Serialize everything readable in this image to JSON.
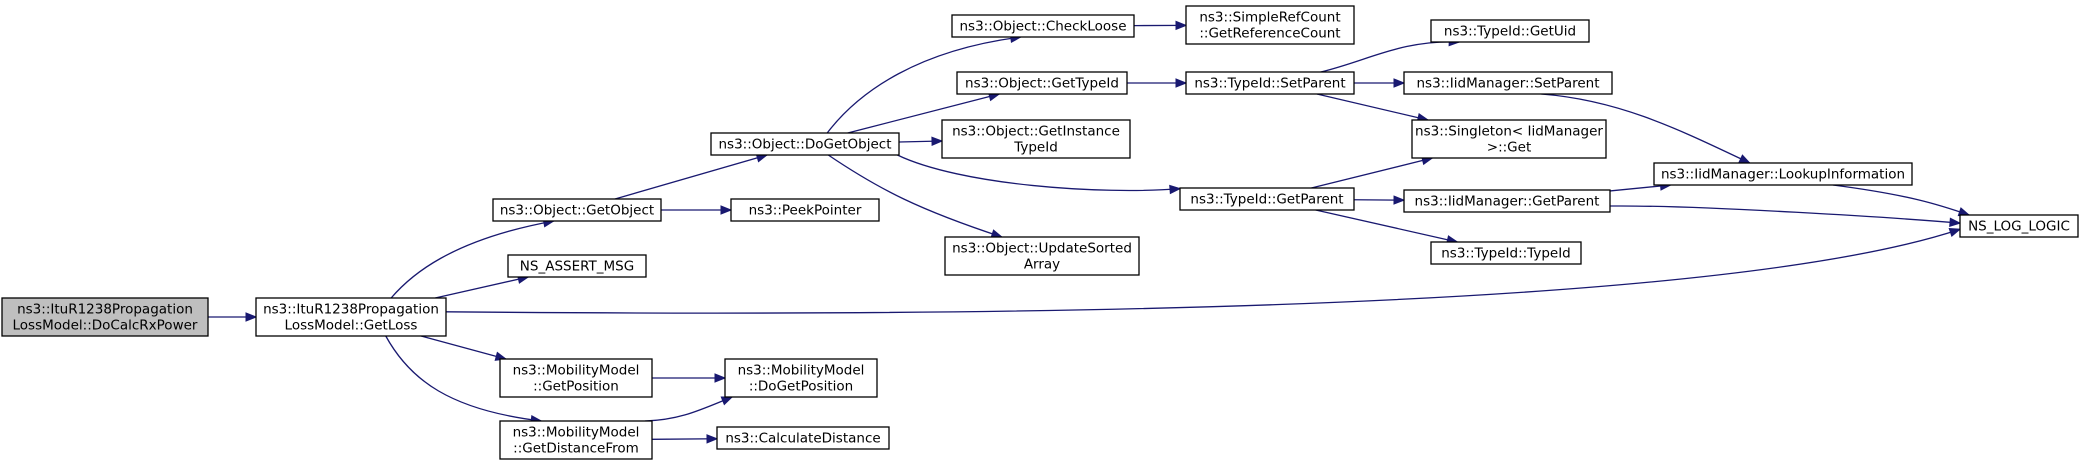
{
  "nodes": [
    {
      "id": "docalc",
      "lines": [
        "ns3::ItuR1238Propagation",
        "LossModel::DoCalcRxPower"
      ],
      "root": true
    },
    {
      "id": "getloss",
      "lines": [
        "ns3::ItuR1238Propagation",
        "LossModel::GetLoss"
      ]
    },
    {
      "id": "getobject",
      "lines": [
        "ns3::Object::GetObject"
      ]
    },
    {
      "id": "assertmsg",
      "lines": [
        "NS_ASSERT_MSG"
      ]
    },
    {
      "id": "getposition",
      "lines": [
        "ns3::MobilityModel",
        "::GetPosition"
      ]
    },
    {
      "id": "getdistancefrom",
      "lines": [
        "ns3::MobilityModel",
        "::GetDistanceFrom"
      ]
    },
    {
      "id": "dogetobject",
      "lines": [
        "ns3::Object::DoGetObject"
      ]
    },
    {
      "id": "peekpointer",
      "lines": [
        "ns3::PeekPointer"
      ]
    },
    {
      "id": "dogetposition",
      "lines": [
        "ns3::MobilityModel",
        "::DoGetPosition"
      ]
    },
    {
      "id": "calcdistance",
      "lines": [
        "ns3::CalculateDistance"
      ]
    },
    {
      "id": "checkloose",
      "lines": [
        "ns3::Object::CheckLoose"
      ]
    },
    {
      "id": "gettypeid",
      "lines": [
        "ns3::Object::GetTypeId"
      ]
    },
    {
      "id": "getinstancetypeid",
      "lines": [
        "ns3::Object::GetInstance",
        "TypeId"
      ]
    },
    {
      "id": "updatesorted",
      "lines": [
        "ns3::Object::UpdateSorted",
        "Array"
      ]
    },
    {
      "id": "getrefcount",
      "lines": [
        "ns3::SimpleRefCount",
        "::GetReferenceCount"
      ]
    },
    {
      "id": "setparent",
      "lines": [
        "ns3::TypeId::SetParent"
      ]
    },
    {
      "id": "typeidgetparent",
      "lines": [
        "ns3::TypeId::GetParent"
      ]
    },
    {
      "id": "getuid",
      "lines": [
        "ns3::TypeId::GetUid"
      ]
    },
    {
      "id": "iidsetparent",
      "lines": [
        "ns3::IidManager::SetParent"
      ]
    },
    {
      "id": "singletonget",
      "lines": [
        "ns3::Singleton< IidManager",
        " >::Get"
      ]
    },
    {
      "id": "iidgetparent",
      "lines": [
        "ns3::IidManager::GetParent"
      ]
    },
    {
      "id": "typeidctor",
      "lines": [
        "ns3::TypeId::TypeId"
      ]
    },
    {
      "id": "lookupinfo",
      "lines": [
        "ns3::IidManager::LookupInformation"
      ]
    },
    {
      "id": "nslogic",
      "lines": [
        "NS_LOG_LOGIC"
      ]
    }
  ],
  "edges": [
    {
      "from": "docalc",
      "to": "getloss"
    },
    {
      "from": "getloss",
      "to": "getobject"
    },
    {
      "from": "getloss",
      "to": "assertmsg"
    },
    {
      "from": "getloss",
      "to": "getposition"
    },
    {
      "from": "getloss",
      "to": "getdistancefrom"
    },
    {
      "from": "getloss",
      "to": "nslogic"
    },
    {
      "from": "getobject",
      "to": "dogetobject"
    },
    {
      "from": "getobject",
      "to": "peekpointer"
    },
    {
      "from": "getposition",
      "to": "dogetposition"
    },
    {
      "from": "getdistancefrom",
      "to": "dogetposition"
    },
    {
      "from": "getdistancefrom",
      "to": "calcdistance"
    },
    {
      "from": "dogetobject",
      "to": "checkloose"
    },
    {
      "from": "dogetobject",
      "to": "gettypeid"
    },
    {
      "from": "dogetobject",
      "to": "getinstancetypeid"
    },
    {
      "from": "dogetobject",
      "to": "updatesorted"
    },
    {
      "from": "dogetobject",
      "to": "typeidgetparent"
    },
    {
      "from": "checkloose",
      "to": "getrefcount"
    },
    {
      "from": "gettypeid",
      "to": "setparent"
    },
    {
      "from": "setparent",
      "to": "getuid"
    },
    {
      "from": "setparent",
      "to": "iidsetparent"
    },
    {
      "from": "setparent",
      "to": "singletonget"
    },
    {
      "from": "typeidgetparent",
      "to": "singletonget"
    },
    {
      "from": "typeidgetparent",
      "to": "iidgetparent"
    },
    {
      "from": "typeidgetparent",
      "to": "typeidctor"
    },
    {
      "from": "iidsetparent",
      "to": "lookupinfo"
    },
    {
      "from": "iidgetparent",
      "to": "lookupinfo"
    },
    {
      "from": "iidgetparent",
      "to": "nslogic"
    },
    {
      "from": "lookupinfo",
      "to": "nslogic"
    }
  ]
}
